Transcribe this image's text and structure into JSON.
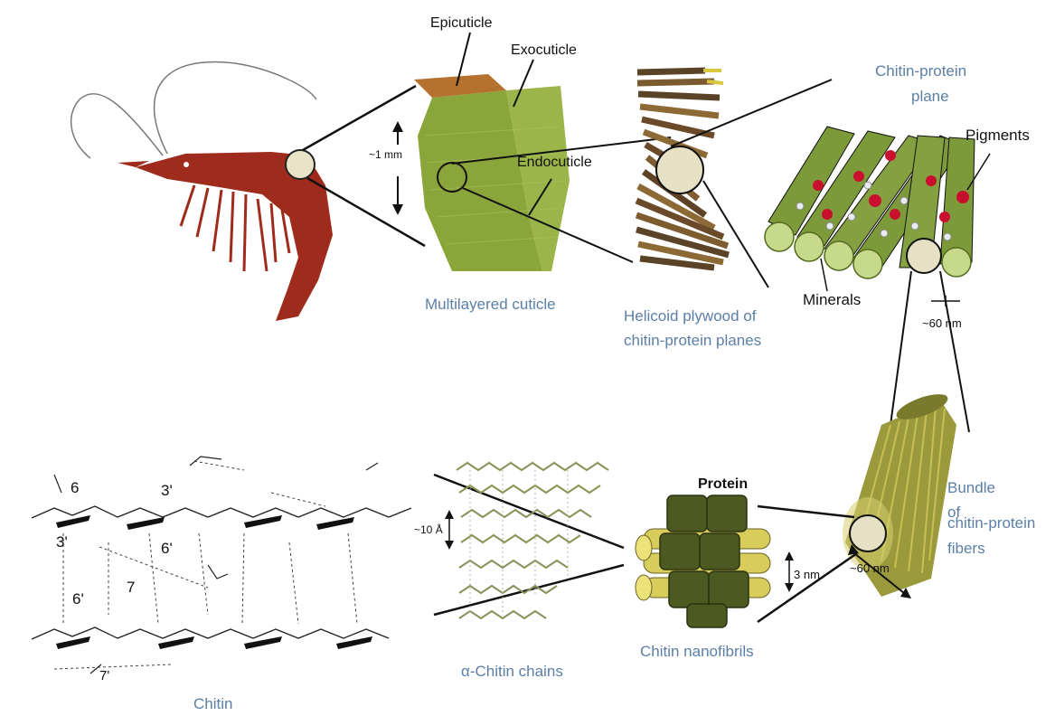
{
  "labels": {
    "epicuticle": "Epicuticle",
    "exocuticle": "Exocuticle",
    "endocuticle": "Endocuticle",
    "thickness": "~1 mm",
    "multilayered_cuticle": "Multilayered cuticle",
    "helicoid_line1": "Helicoid plywood of",
    "helicoid_line2": "chitin-protein planes",
    "plane_line1": "Chitin-protein",
    "plane_line2": "plane",
    "pigments": "Pigments",
    "minerals": "Minerals",
    "fiber_diameter": "~60 nm",
    "bundle_line1": "Bundle",
    "bundle_line2": "of",
    "bundle_line3": "chitin-protein",
    "bundle_line4": "fibers",
    "bundle_diameter": "~60 nm",
    "protein": "Protein",
    "nanofibril_size": "3 nm",
    "chitin_nanofibrils": "Chitin nanofibrils",
    "chain_spacing": "~10 Å",
    "alpha_chitin": "α-Chitin chains",
    "chitin": "Chitin",
    "atom_6": "6",
    "atom_3p": "3'",
    "atom_3": "3'",
    "atom_6p_a": "6'",
    "atom_6p_b": "6'",
    "atom_7": "7",
    "atom_7p": "7'"
  },
  "colors": {
    "shrimp": "#9e2b1c",
    "cuticle_green": "#8aa53a",
    "cuticle_top": "#b5722f",
    "fiber_green": "#7d9a3a",
    "pigment": "#c8102e",
    "nanofibril_dark": "#4c5a22",
    "nanofibril_yellow": "#d8cc5a",
    "label_blue": "#5b7fa6"
  }
}
